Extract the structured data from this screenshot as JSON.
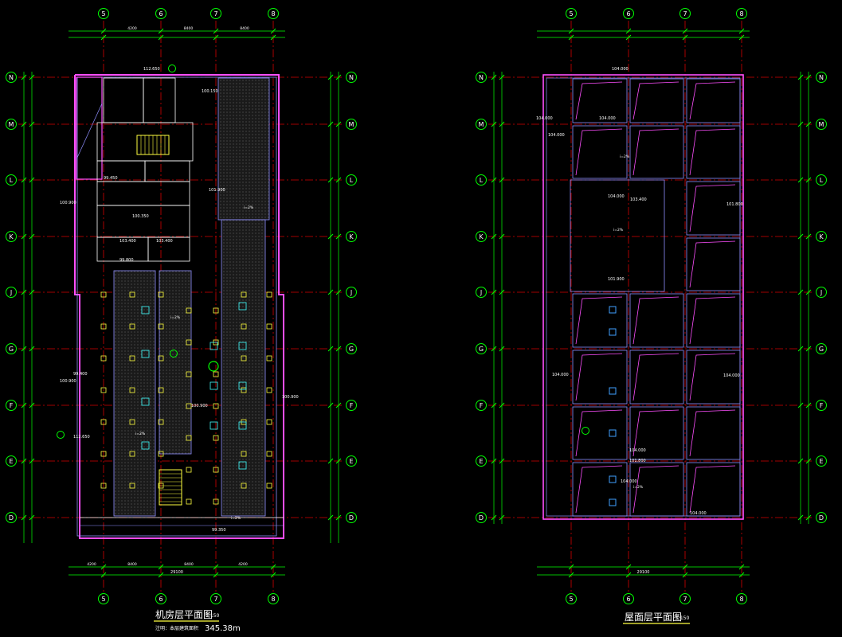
{
  "drawing": {
    "bg_color": "#000000",
    "axis_color": "#d40000",
    "grid_color": "#00ff00",
    "wall_color": "#ff4fff",
    "line_color": "#8f8fff",
    "text_color": "#ffffff",
    "note_color": "#ffff40"
  },
  "left_plan": {
    "title": "机房层平面图",
    "scale": "1:150",
    "area_label": "注明：本层建筑面积",
    "area_value": "345.38m",
    "col_axes": [
      "5",
      "6",
      "7",
      "8"
    ],
    "row_axes": [
      "N",
      "M",
      "L",
      "K",
      "J",
      "G",
      "F",
      "E",
      "D"
    ],
    "dim_top": [
      "4200",
      "8400",
      "8400"
    ],
    "dim_bottom": [
      "4200",
      "8400",
      "8400",
      "4200"
    ],
    "dim_total": "29100",
    "elevations": [
      "112.650",
      "100.150",
      "99.450",
      "100.900",
      "100.350",
      "103.400",
      "103.400",
      "99.800",
      "101.900",
      "99.400",
      "100.900",
      "112.650",
      "100.900",
      "100.900",
      "99.350"
    ],
    "slope_notes": [
      "i=2%",
      "i=2%",
      "i=2%",
      "i=2%"
    ]
  },
  "right_plan": {
    "title": "屋面层平面图",
    "scale": "1:150",
    "col_axes": [
      "5",
      "6",
      "7",
      "8"
    ],
    "row_axes": [
      "N",
      "M",
      "L",
      "K",
      "J",
      "G",
      "F",
      "E",
      "D"
    ],
    "dim_total": "29100",
    "elevations": [
      "104.000",
      "104.000",
      "104.000",
      "104.000",
      "104.000",
      "103.400",
      "101.800",
      "101.900",
      "104.000",
      "104.000",
      "101.800",
      "104.000",
      "104.000",
      "104.000"
    ],
    "slope_notes": [
      "i=2%",
      "i=2%",
      "i=2%"
    ]
  }
}
